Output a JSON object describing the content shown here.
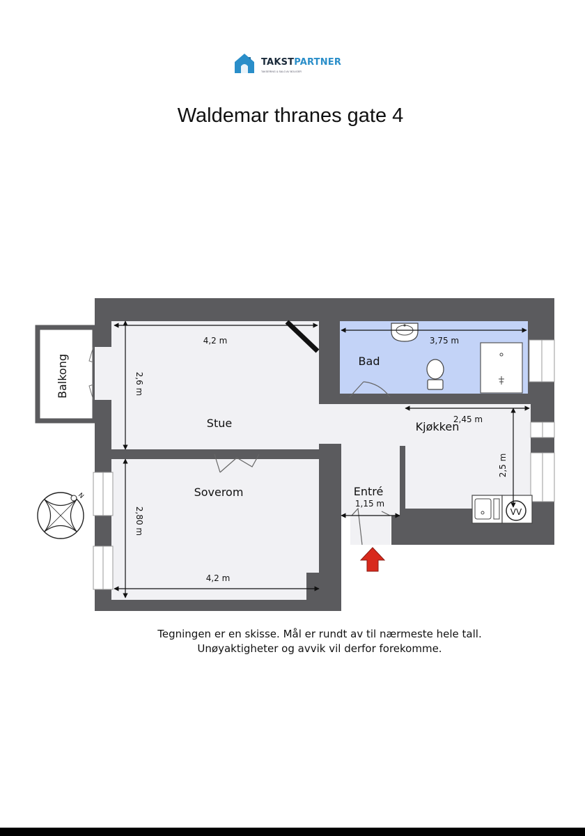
{
  "logo": {
    "brand_main": "TAKST",
    "brand_accent": "PARTNER",
    "tagline": "TAKSERING & SALG AV BOLIGER"
  },
  "title": "Waldemar thranes gate 4",
  "rooms": {
    "balkong": "Balkong",
    "stue": "Stue",
    "bad": "Bad",
    "kjokken": "Kjøkken",
    "soverom": "Soverom",
    "entre": "Entré"
  },
  "dimensions": {
    "stue_width": "4,2 m",
    "stue_depth": "2,6 m",
    "bad_width": "3,75 m",
    "kjokken_width": "2,45 m",
    "kjokken_depth": "2,5 m",
    "entre_width": "1,15 m",
    "soverom_depth": "2,80 m",
    "soverom_width": "4,2 m"
  },
  "fixtures": {
    "water_heater": "VV",
    "compass_north": "N"
  },
  "colors": {
    "wall": "#5b5b5e",
    "floor": "#f1f1f4",
    "bathroom": "#c3d3f7",
    "entrance_arrow": "#d8291c"
  },
  "note": {
    "line1": "Tegningen er en skisse. Mål er rundt av til nærmeste hele tall.",
    "line2": "Unøyaktigheter og avvik vil derfor forekomme."
  }
}
